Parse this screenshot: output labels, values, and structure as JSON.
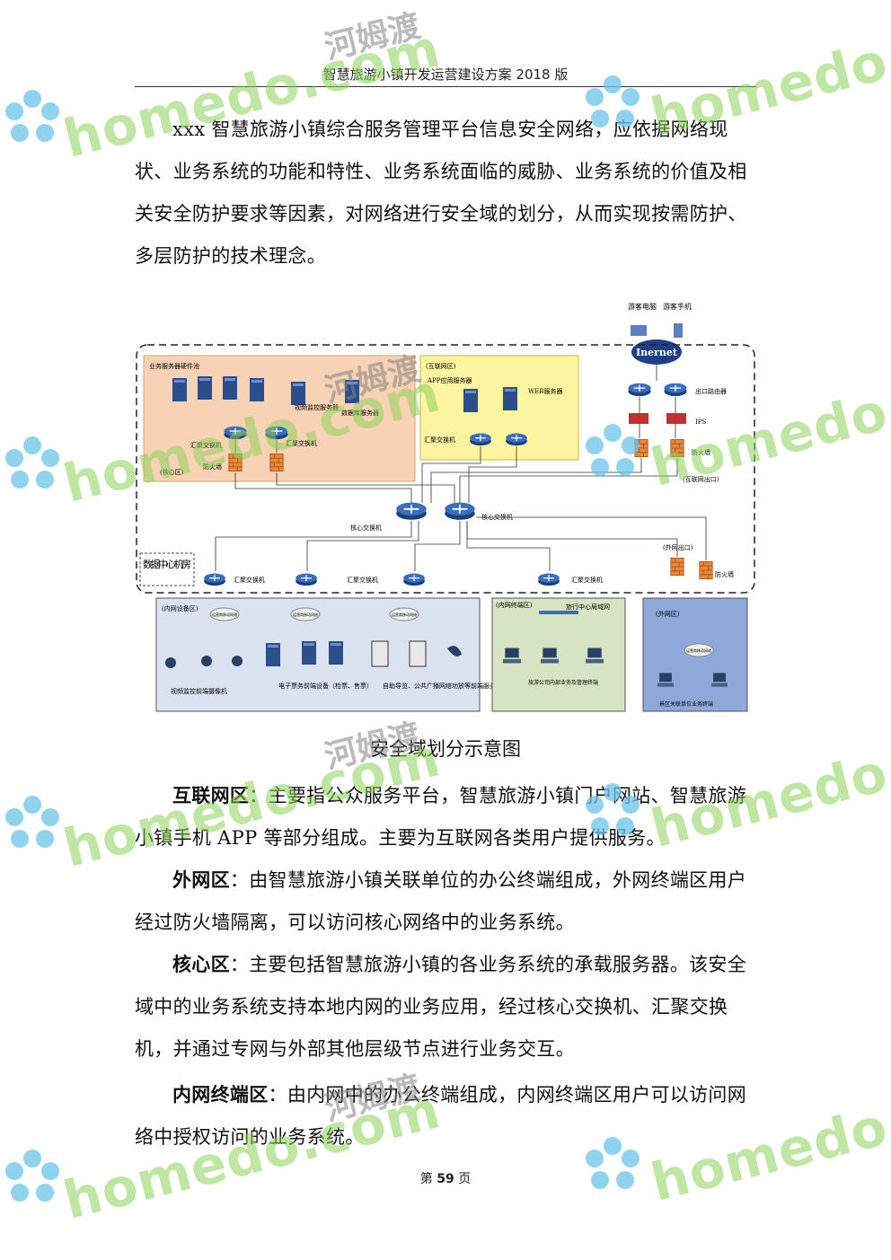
{
  "header": {
    "title": "智慧旅游小镇开发运营建设方案 2018 版"
  },
  "intro": "xxx 智慧旅游小镇综合服务管理平台信息安全网络，应依据网络现状、业务系统的功能和特性、业务系统面临的威胁、业务系统的价值及相关安全防护要求等因素，对网络进行安全域的划分，从而实现按需防护、多层防护的技术理念。",
  "diagram": {
    "visitor_pc": "游客电脑",
    "visitor_phone": "游客手机",
    "internet": "Inernet",
    "exit_router": "出口路由器",
    "ips": "IPS",
    "firewall": "防火墙",
    "internet_exit": "(互联网出口)",
    "core_zone": {
      "title": "业务服务器硬件池",
      "video_server": "视频监控服务器",
      "db_server": "数据库服务器",
      "agg_switch": "汇聚交换机",
      "firewall": "防火墙",
      "label": "(核心区)"
    },
    "internet_zone": {
      "label": "(互联网区)",
      "app_server": "APP应用服务器",
      "web_server": "WEB服务器",
      "agg_switch": "汇聚交换机"
    },
    "core_switch": "核心交换机",
    "agg_switch": "汇聚交换机",
    "datacenter": "数据中心机房",
    "ext_exit": "(外网出口)",
    "inner_zone": {
      "label": "(内网设备区)",
      "cloud": "运营商移动网络",
      "cam_label": "视频监控前端摄像机",
      "ticket_label": "电子票务前端设备（检票、售票）",
      "kiosk_label": "自助导览、公共广播网络功放等前端服务设备"
    },
    "terminal_zone": {
      "label": "(内网终端区)",
      "lan": "旅行中心局域网",
      "term_label": "旅游公司内部业务及管理终端"
    },
    "ext_zone": {
      "label": "(外网区)",
      "cloud": "运营商移动网络",
      "term_label": "景区关联单位业务终端"
    }
  },
  "caption": "安全域划分示意图",
  "sections": [
    {
      "term": "互联网区",
      "sep": "：",
      "text": "主要指公众服务平台，智慧旅游小镇门户网站、智慧旅游小镇手机 APP 等部分组成。主要为互联网各类用户提供服务。"
    },
    {
      "term": "外网区",
      "sep": "：",
      "text": "由智慧旅游小镇关联单位的办公终端组成，外网终端区用户经过防火墙隔离，可以访问核心网络中的业务系统。"
    },
    {
      "term": "核心区",
      "sep": "：",
      "text": "主要包括智慧旅游小镇的各业务系统的承载服务器。该安全域中的业务系统支持本地内网的业务应用，经过核心交换机、汇聚交换机，并通过专网与外部其他层级节点进行业务交互。"
    },
    {
      "term": "内网终端区",
      "sep": "：",
      "text": "由内网中的办公终端组成，内网终端区用户可以访问网络中授权访问的业务系统。"
    }
  ],
  "footer": {
    "prefix": "第",
    "page": "59",
    "suffix": "页"
  },
  "watermark": {
    "cn": "河姆渡",
    "en": "homedo.com"
  },
  "colors": {
    "core_zone_bg": "#f8d2b4",
    "internet_zone_bg": "#fbf5a0",
    "inner_zone_bg": "#dbe3f0",
    "terminal_zone_bg": "#d6e4c4",
    "ext_zone_bg": "#8ea8da",
    "device": "#2a4f8a"
  }
}
